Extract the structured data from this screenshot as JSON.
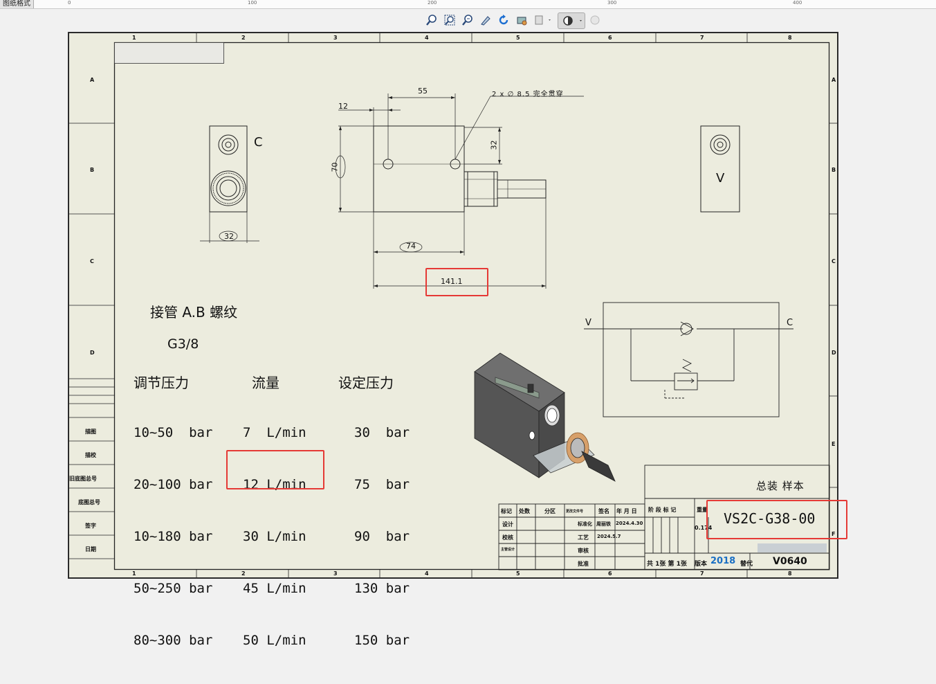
{
  "window": {
    "ruler_tab": "图纸格式"
  },
  "ruler": {
    "numbers": [
      "0",
      "100",
      "200",
      "300",
      "400"
    ]
  },
  "toolbar": {
    "icons": [
      "zoom-to-fit-icon",
      "zoom-area-icon",
      "zoom-in-out-icon",
      "select-icon",
      "rotate-icon",
      "section-view-icon",
      "display-style-icon",
      "hide-show-icon",
      "appearance-icon"
    ]
  },
  "sheet": {
    "col_zones": [
      "1",
      "2",
      "3",
      "4",
      "5",
      "6",
      "7",
      "8"
    ],
    "row_zones": [
      "A",
      "B",
      "C",
      "D",
      "E",
      "F"
    ],
    "left_side_labels": [
      "描图",
      "描校",
      "旧底图总号",
      "底图总号",
      "签字",
      "日期"
    ]
  },
  "views": {
    "left_label": "C",
    "right_label": "V",
    "dim_32_side": "32",
    "dim_55": "55",
    "dim_12": "12",
    "dim_70": "70",
    "dim_32_v": "32",
    "dim_74": "74",
    "dim_141": "141.1",
    "hole_note": "2 x ∅ 8.5 完全贯穿"
  },
  "schematic": {
    "port_v": "V",
    "port_c": "C"
  },
  "notes": {
    "line1": "接管 A.B 螺纹",
    "line2": "G3/8",
    "table": {
      "headers": [
        "调节压力",
        "流量",
        "设定压力"
      ],
      "rows": [
        [
          "10~50  bar",
          "7  L/min",
          "30  bar"
        ],
        [
          "20~100 bar",
          "12 L/min",
          "75  bar"
        ],
        [
          "10~180 bar",
          "30 L/min",
          "90  bar"
        ],
        [
          "50~250 bar",
          "45 L/min",
          "130 bar"
        ],
        [
          "80~300 bar",
          "50 L/min",
          "150 bar"
        ]
      ]
    }
  },
  "title_block": {
    "h_biaoji": "标记",
    "h_chushu": "处数",
    "h_fenqu": "分区",
    "h_gengai": "更改文件号",
    "h_qianming": "签名",
    "h_date": "年 月 日",
    "r_sheji": "设计",
    "r_biaozhunhua": "标准化",
    "sheji_name": "周丽铁",
    "sheji_date": "2024.4.30",
    "r_jiaohe": "校核",
    "r_gongyi": "工艺",
    "gongyi_date": "2024.5.7",
    "r_zhuguan": "主管设计",
    "r_shenhe": "审核",
    "r_pizhun": "批准",
    "jieduan": "阶 段 标 记",
    "zhongliang": "重量",
    "weight": "0.174",
    "title": "总装  样本",
    "drawing_no": "VS2C-G38-00",
    "sheets": "共 1张 第 1张",
    "version_label": "版本",
    "version": "2018",
    "replace_label": "替代",
    "replace_no": "V0640"
  },
  "colors": {
    "highlight": "#e53935",
    "sheet": "#ececde",
    "version": "#1a6fc4"
  }
}
